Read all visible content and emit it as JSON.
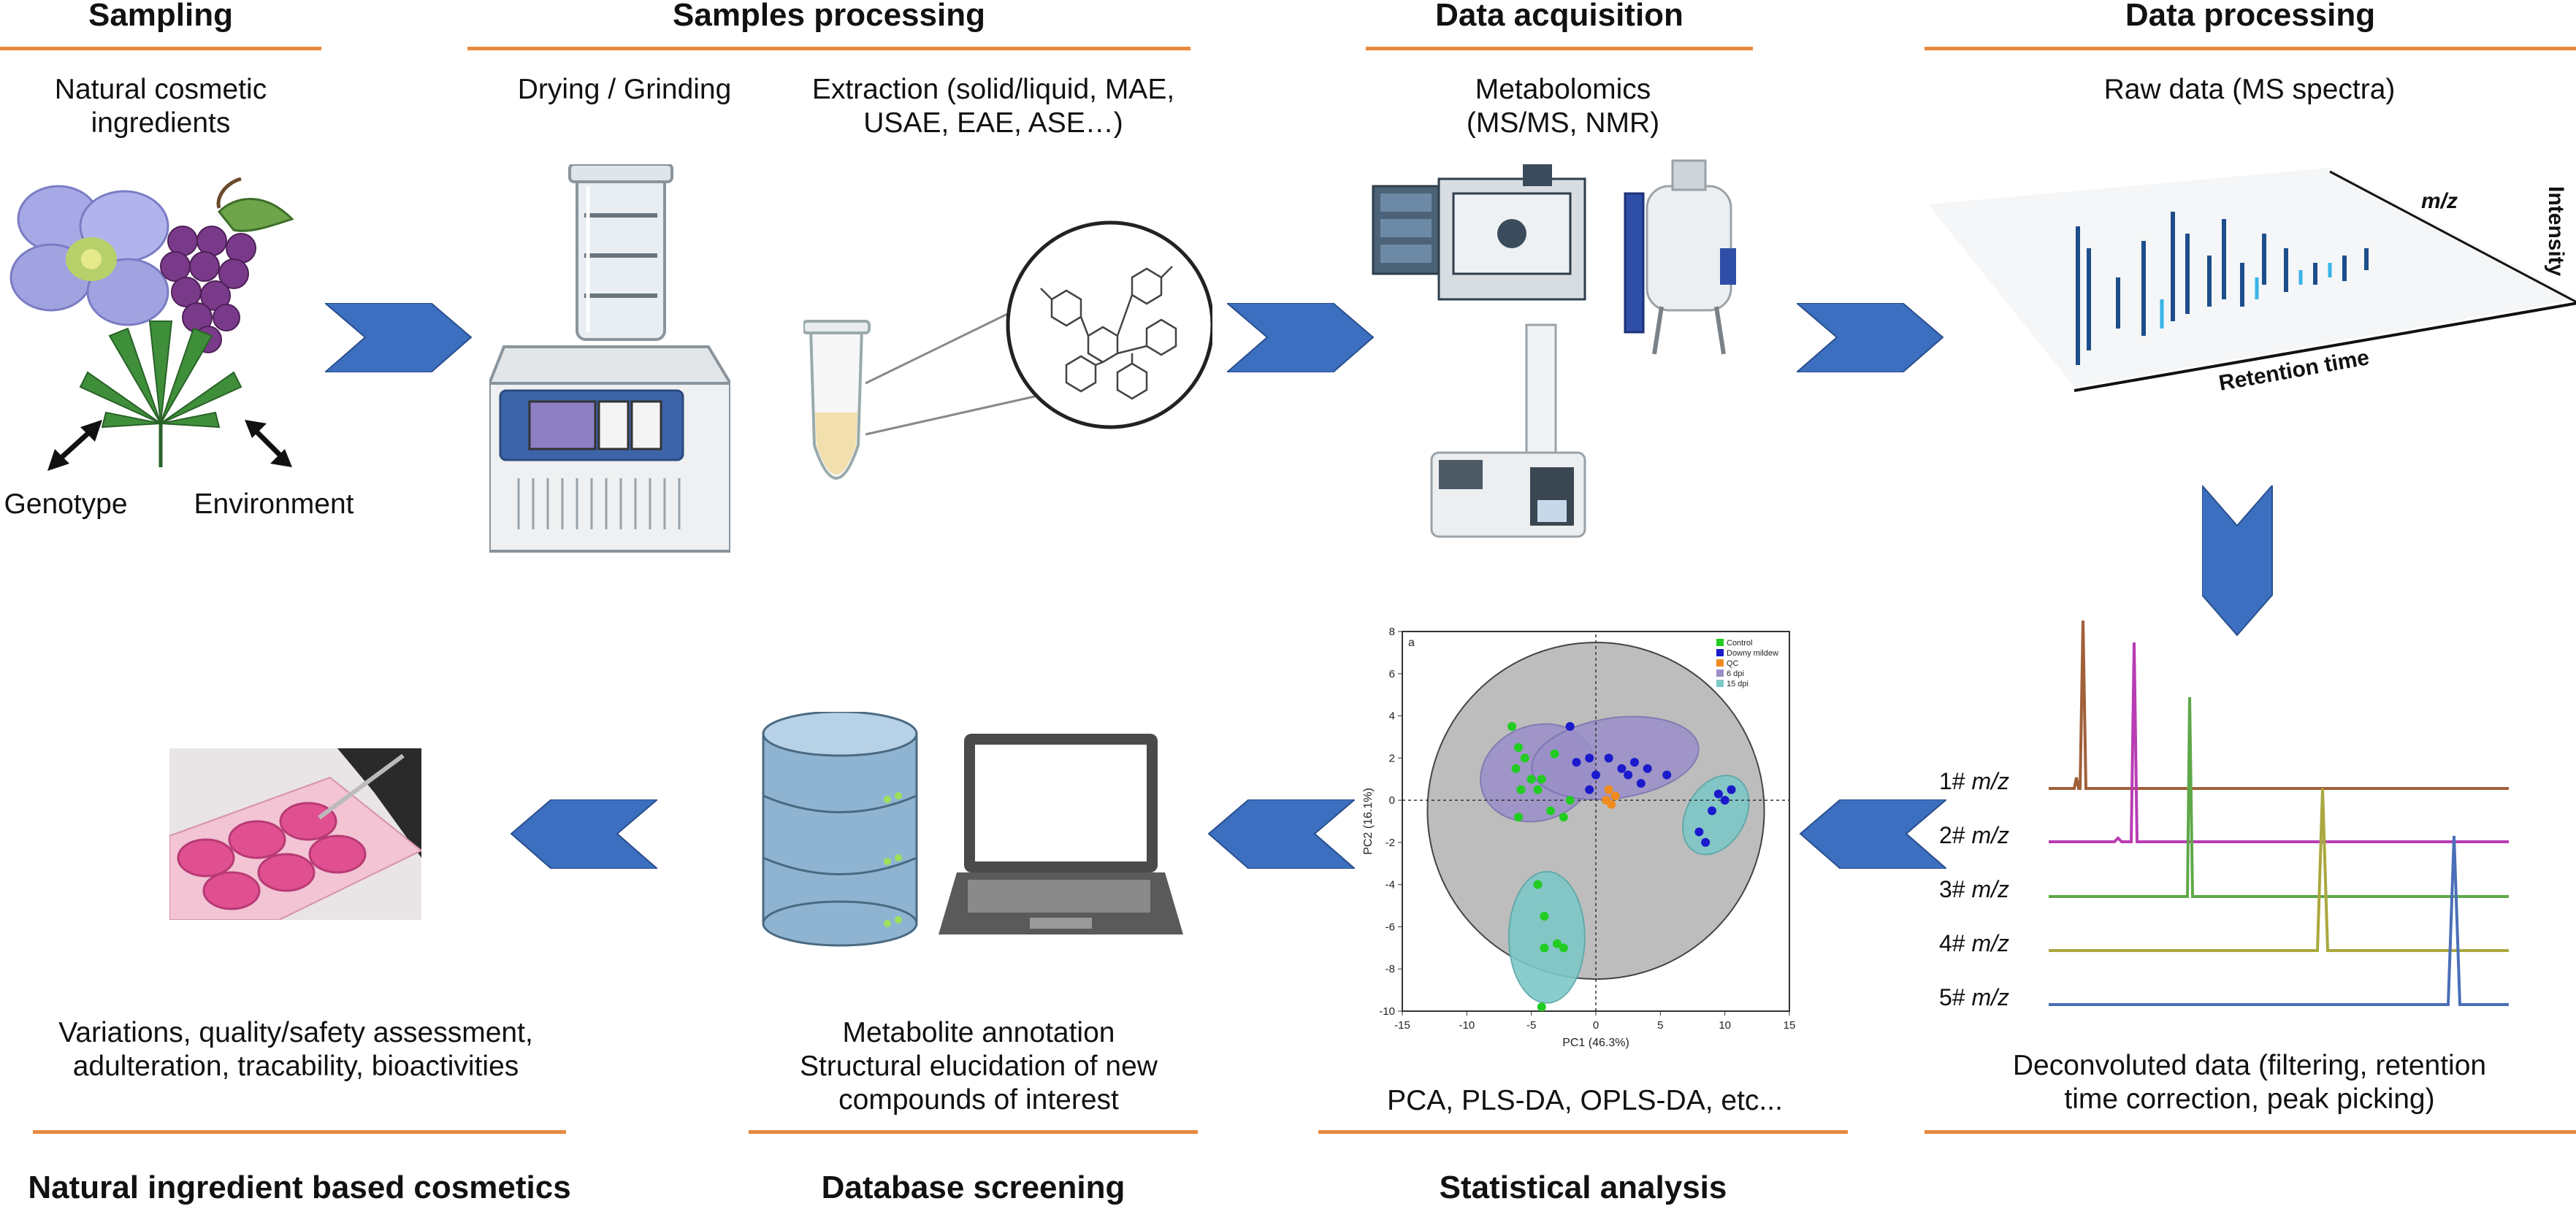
{
  "stages": {
    "sampling": "Sampling",
    "samples_processing": "Samples processing",
    "data_acquisition": "Data acquisition",
    "data_processing": "Data processing",
    "cosmetics": "Natural ingredient based cosmetics",
    "database_screening": "Database screening",
    "statistical_analysis": "Statistical analysis"
  },
  "labels": {
    "natural_ingredients": [
      "Natural cosmetic",
      "ingredients"
    ],
    "genotype": "Genotype",
    "environment": "Environment",
    "drying": "Drying / Grinding",
    "extraction": [
      "Extraction (solid/liquid, MAE,",
      "USAE, EAE, ASE…)"
    ],
    "metabolomics": [
      "Metabolomics",
      "(MS/MS, NMR)"
    ],
    "raw_data": "Raw data (MS spectra)",
    "mz_axis": "m/z",
    "intensity_axis": "Intensity",
    "rt_axis": "Retention time",
    "deconvoluted": [
      "Deconvoluted data (filtering, retention",
      "time correction, peak picking)"
    ],
    "stat_methods": "PCA, PLS-DA, OPLS-DA, etc...",
    "annotation": [
      "Metabolite annotation",
      "Structural elucidation of new",
      "compounds of interest"
    ],
    "cosmetics_desc": [
      "Variations, quality/safety assessment,",
      "adulteration, tracability, bioactivities"
    ]
  },
  "traces": [
    {
      "prefix": "1#",
      "unit": "m/z",
      "color": "#a0603a"
    },
    {
      "prefix": "2#",
      "unit": "m/z",
      "color": "#b83cb4"
    },
    {
      "prefix": "3#",
      "unit": "m/z",
      "color": "#5fa84a"
    },
    {
      "prefix": "4#",
      "unit": "m/z",
      "color": "#a9a83e"
    },
    {
      "prefix": "5#",
      "unit": "m/z",
      "color": "#4a6fb8"
    }
  ],
  "chart_data": {
    "type": "scatter",
    "panel_label": "a",
    "xlabel": "PC1 (46.3%)",
    "ylabel": "PC2 (16.1%)",
    "xlim": [
      -15,
      15
    ],
    "ylim": [
      -10,
      8
    ],
    "xticks": [
      -15,
      -10,
      -5,
      0,
      5,
      10,
      15
    ],
    "yticks": [
      -10,
      -8,
      -6,
      -4,
      -2,
      0,
      2,
      4,
      6,
      8
    ],
    "legend": [
      {
        "name": "Control",
        "color": "#22cc22"
      },
      {
        "name": "Downy mildew",
        "color": "#1a1acc"
      },
      {
        "name": "QC",
        "color": "#f08c1e"
      },
      {
        "name": "6 dpi",
        "color": "#9a8fc8"
      },
      {
        "name": "15 dpi",
        "color": "#7ec8c8"
      }
    ],
    "series": [
      {
        "name": "Control",
        "points": [
          [
            -6.5,
            3.5
          ],
          [
            -6,
            2.5
          ],
          [
            -5.5,
            2
          ],
          [
            -6.2,
            1.5
          ],
          [
            -5,
            1
          ],
          [
            -4.2,
            1
          ],
          [
            -5.8,
            0.5
          ],
          [
            -4.5,
            0.5
          ],
          [
            -6,
            -0.8
          ],
          [
            -3.5,
            -0.5
          ],
          [
            -2.5,
            -0.8
          ],
          [
            -2,
            0
          ],
          [
            -3.2,
            2.2
          ]
        ]
      },
      {
        "name": "Control",
        "points": [
          [
            -4.5,
            -4
          ],
          [
            -4,
            -5.5
          ],
          [
            -3,
            -6.8
          ],
          [
            -4,
            -7
          ],
          [
            -2.5,
            -7
          ],
          [
            -4.2,
            -9.8
          ]
        ]
      },
      {
        "name": "Downy mildew",
        "points": [
          [
            -2,
            3.5
          ],
          [
            -1.5,
            1.8
          ],
          [
            -0.5,
            2
          ],
          [
            0,
            1.2
          ],
          [
            1,
            2
          ],
          [
            2,
            1.5
          ],
          [
            3,
            1.8
          ],
          [
            4,
            1.5
          ],
          [
            5.5,
            1.2
          ],
          [
            2.5,
            1.2
          ],
          [
            3.5,
            0.8
          ],
          [
            -0.5,
            0.5
          ]
        ]
      },
      {
        "name": "Downy mildew",
        "points": [
          [
            9.5,
            0.3
          ],
          [
            10.5,
            0.5
          ],
          [
            10,
            0
          ],
          [
            9,
            -0.5
          ],
          [
            8,
            -1.5
          ],
          [
            8.5,
            -2
          ]
        ]
      },
      {
        "name": "QC",
        "points": [
          [
            1,
            0.5
          ],
          [
            1.5,
            0.2
          ],
          [
            1.2,
            -0.2
          ],
          [
            0.8,
            0
          ]
        ]
      }
    ]
  }
}
